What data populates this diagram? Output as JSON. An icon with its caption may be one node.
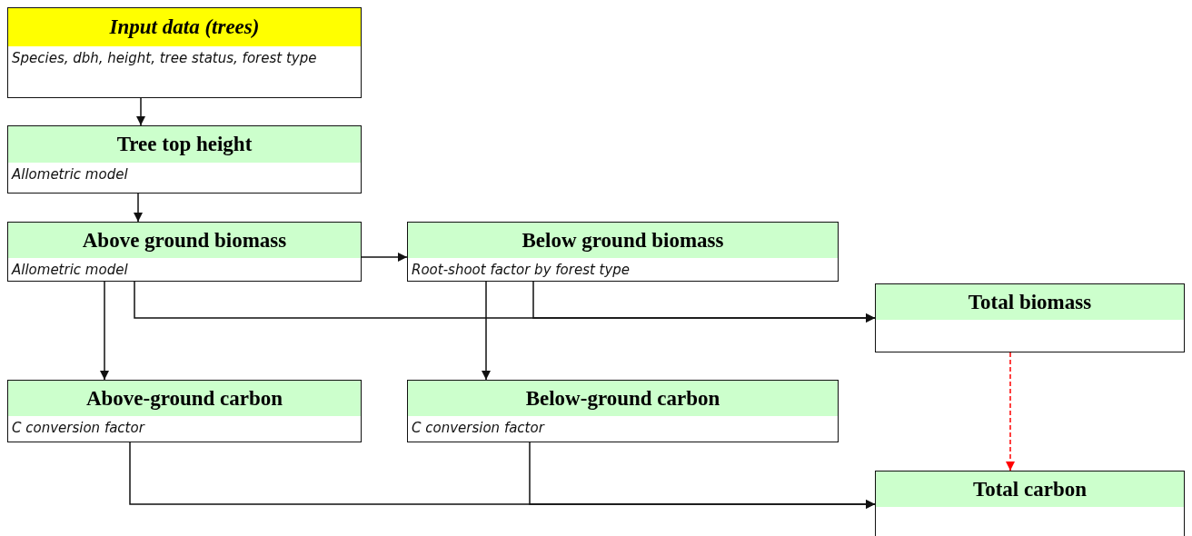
{
  "diagram": {
    "nodes": [
      {
        "text": [
          "Input data (trees)",
          "Species, dbh, height, tree status, forest type"
        ]
      },
      {
        "text": [
          "Tree top height",
          "Allometric model"
        ]
      },
      {
        "text": [
          "Above ground biomass",
          "Allometric model"
        ]
      },
      {
        "text": [
          "Below ground biomass",
          "Root-shoot factor by forest type"
        ]
      },
      {
        "text": [
          "Total biomass"
        ]
      },
      {
        "text": [
          "Above-ground carbon",
          "C conversion factor"
        ]
      },
      {
        "text": [
          "Below-ground carbon",
          "C conversion factor"
        ]
      },
      {
        "text": [
          "Total carbon"
        ]
      }
    ],
    "edges": [
      {
        "from": 0,
        "to": 1,
        "arrow": "to"
      },
      {
        "from": 1,
        "to": 2,
        "arrow": "to"
      },
      {
        "from": 2,
        "to": 3,
        "arrow": "to"
      },
      {
        "from": 2,
        "to": 5,
        "arrow": "to"
      },
      {
        "from": 2,
        "to": 4,
        "arrow": "to"
      },
      {
        "from": 3,
        "to": 4,
        "arrow": "to"
      },
      {
        "from": 3,
        "to": 6,
        "arrow": "to"
      },
      {
        "from": 4,
        "to": 7,
        "arrow": "to",
        "style": "dashed",
        "color": "#ff0000"
      },
      {
        "from": 5,
        "to": 7,
        "arrow": "to"
      },
      {
        "from": 6,
        "to": 7,
        "arrow": "to"
      }
    ]
  }
}
